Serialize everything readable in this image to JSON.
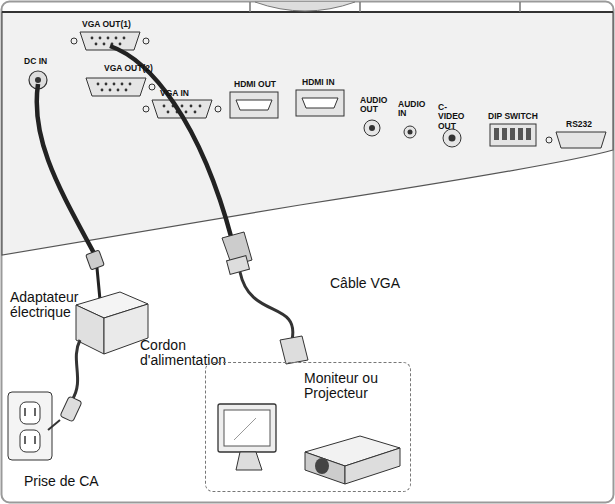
{
  "diagram": {
    "nodes": [
      {
        "text": [
          "Moniteur ou Projecteur"
        ]
      }
    ],
    "labels": [
      "DC IN",
      "VGA OUT(1)",
      "VGA OUT(2)",
      "VGA IN",
      "HDMI OUT",
      "HDMI IN",
      "AUDIO OUT",
      "AUDIO IN",
      "C-VIDEO OUT",
      "DIP SWITCH",
      "RS232",
      "Adaptateur électrique",
      "Cordon d'alimentation",
      "Câble VGA",
      "Prise de CA"
    ]
  }
}
